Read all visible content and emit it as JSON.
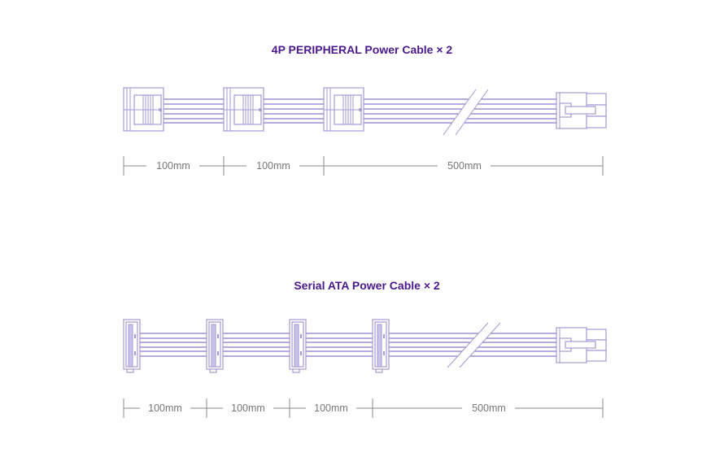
{
  "cables": [
    {
      "title": "4P PERIPHERAL Power Cable × 2",
      "segments": [
        "100mm",
        "100mm",
        "500mm"
      ]
    },
    {
      "title": "Serial ATA Power Cable × 2",
      "segments": [
        "100mm",
        "100mm",
        "100mm",
        "500mm"
      ]
    }
  ],
  "colors": {
    "title": "#4a1a8c",
    "line": "#9c91d2",
    "dimension": "#888888"
  }
}
